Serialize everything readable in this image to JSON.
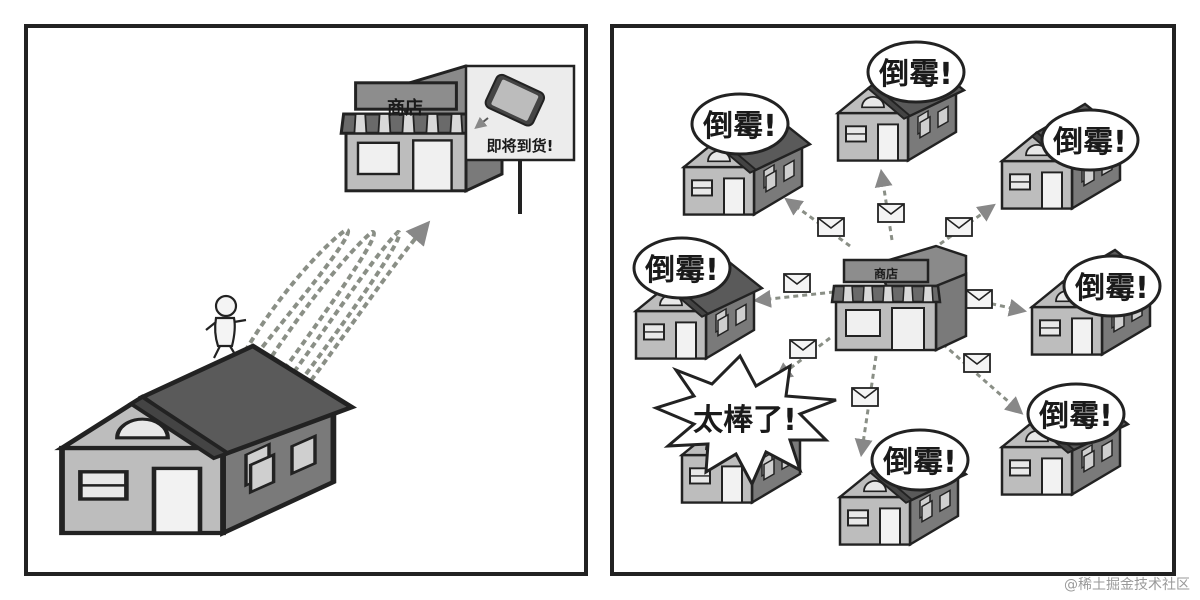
{
  "left_panel": {
    "store_sign": "商店",
    "billboard_text": "即将到货!"
  },
  "right_panel": {
    "store_sign": "商店",
    "bad_luck": "倒霉!",
    "great": "太棒了!"
  },
  "watermark": "@稀土掘金技术社区"
}
